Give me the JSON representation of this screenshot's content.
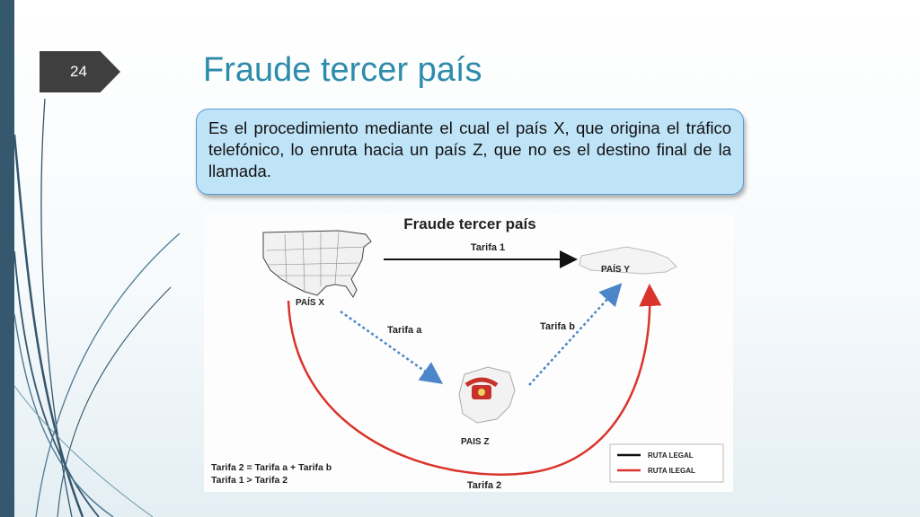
{
  "slide": {
    "number": "24",
    "title": "Fraude tercer país"
  },
  "callout": {
    "text": "Es el procedimiento mediante el cual el país X, que origina el tráfico telefónico, lo enruta hacia un país Z, que no es el destino final de la llamada."
  },
  "diagram": {
    "title": "Fraude tercer país",
    "country_x": "PAÍS X",
    "country_y": "PAÍS Y",
    "country_z": "PAIS Z",
    "tariff_1": "Tarifa 1",
    "tariff_a": "Tarifa a",
    "tariff_b": "Tarifa b",
    "tariff_2": "Tarifa 2",
    "formula_1": "Tarifa 2 = Tarifa a + Tarifa b",
    "formula_2": "Tarifa 1 > Tarifa 2",
    "legend": [
      {
        "label": "RUTA LEGAL",
        "color": "#111111"
      },
      {
        "label": "RUTA ILEGAL",
        "color": "#d9342b"
      }
    ]
  },
  "colors": {
    "accent": "#2d8bab",
    "left_bar": "#36586e",
    "callout_fill": "#bfe3f7",
    "callout_border": "#5b9bd5",
    "illegal_route": "#d9342b",
    "dotted_route": "#4a86c8"
  }
}
